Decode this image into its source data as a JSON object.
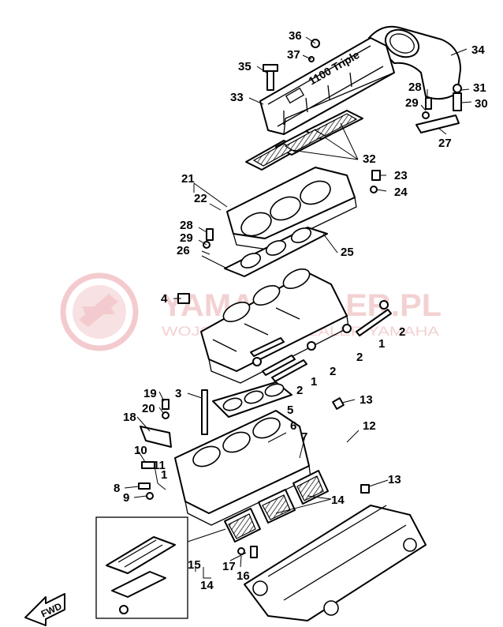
{
  "watermark": {
    "main": "YAMAHAKLER.PL",
    "sub": "WOJCIK PARTS DEALER YAMAHA",
    "color": "#e9a8ad"
  },
  "cover_logo": "1100 Triple",
  "fwd_label": "FWD",
  "callouts": {
    "c1a": "1",
    "c1b": "1",
    "c1c": "1",
    "c2a": "2",
    "c2b": "2",
    "c2c": "2",
    "c2d": "2",
    "c3": "3",
    "c4": "4",
    "c5": "5",
    "c6": "6",
    "c7": "7",
    "c8": "8",
    "c9": "9",
    "c10": "10",
    "c11": "11",
    "c12": "12",
    "c13a": "13",
    "c13b": "13",
    "c14a": "14",
    "c14b": "14",
    "c15": "15",
    "c16": "16",
    "c17": "17",
    "c18": "18",
    "c19": "19",
    "c20": "20",
    "c21": "21",
    "c22": "22",
    "c23": "23",
    "c24": "24",
    "c25": "25",
    "c26": "26",
    "c27": "27",
    "c28a": "28",
    "c28b": "28",
    "c29a": "29",
    "c29b": "29",
    "c30": "30",
    "c31": "31",
    "c32": "32",
    "c33": "33",
    "c34": "34",
    "c35": "35",
    "c36": "36",
    "c37": "37"
  }
}
